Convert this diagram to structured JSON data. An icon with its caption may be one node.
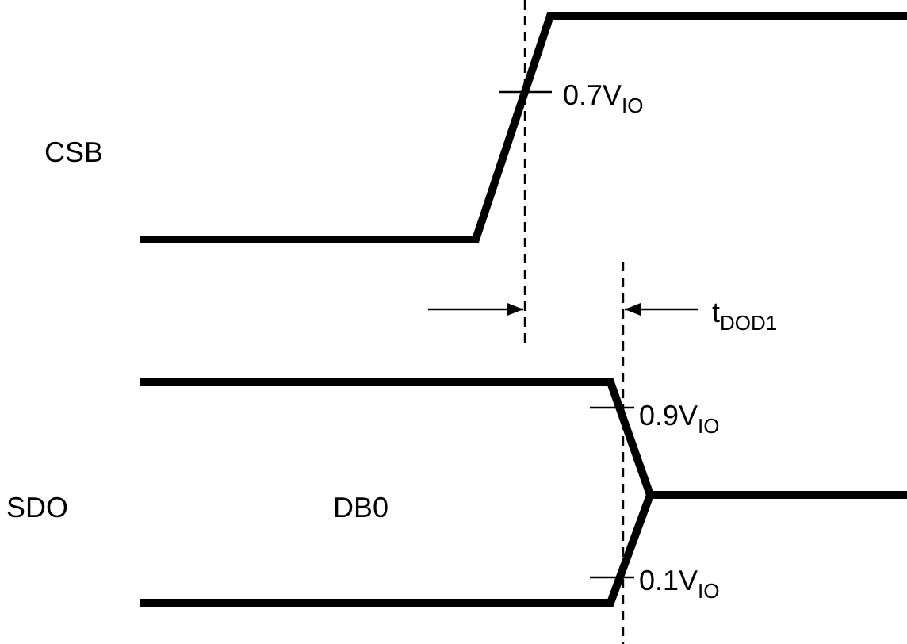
{
  "diagram": {
    "labels": [
      "CSB",
      "0.7V$_{IO}$",
      "t$_{DOD1}$",
      "SDO",
      "DB0",
      "0.9V$_{IO}$",
      "0.1V$_{IO}$"
    ]
  }
}
